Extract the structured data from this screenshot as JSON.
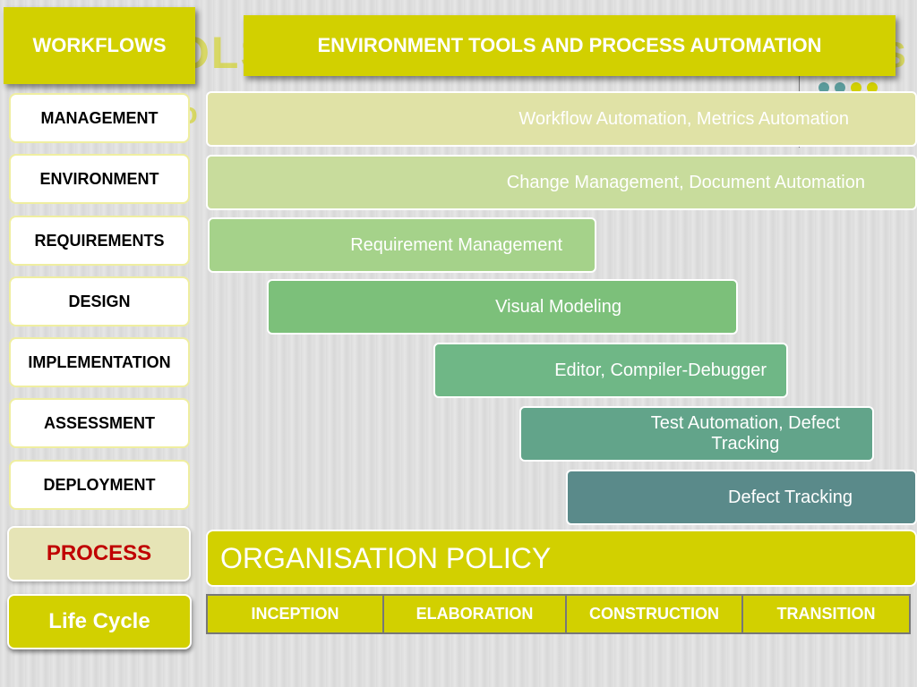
{
  "background_text": {
    "ghost_main": "OLS",
    "ghost_sub": "o",
    "ghost_right": "S"
  },
  "header": {
    "workflows": "WORKFLOWS",
    "title": "ENVIRONMENT TOOLS AND PROCESS AUTOMATION"
  },
  "workflows": [
    {
      "label": "MANAGEMENT",
      "tools": "Workflow Automation, Metrics Automation"
    },
    {
      "label": "ENVIRONMENT",
      "tools": "Change Management, Document Automation"
    },
    {
      "label": "REQUIREMENTS",
      "tools": "Requirement Management"
    },
    {
      "label": "DESIGN",
      "tools": "Visual Modeling"
    },
    {
      "label": "IMPLEMENTATION",
      "tools": "Editor, Compiler-Debugger"
    },
    {
      "label": "ASSESSMENT",
      "tools_line1": "Test Automation, Defect",
      "tools_line2": "Tracking"
    },
    {
      "label": "DEPLOYMENT",
      "tools": "Defect Tracking"
    }
  ],
  "process": {
    "label": "PROCESS",
    "policy": "ORGANISATION POLICY"
  },
  "lifecycle": {
    "label": "Life Cycle",
    "phases": [
      "INCEPTION",
      "ELABORATION",
      "CONSTRUCTION",
      "TRANSITION"
    ]
  },
  "colors": {
    "accent_yellow": "#d2d000",
    "process_label": "#c00000",
    "bar_management": "#e0e2a6",
    "bar_environment": "#c8dc9c",
    "bar_requirements": "#a5d28a",
    "bar_design": "#7cc07a",
    "bar_implementation": "#6fb786",
    "bar_assessment": "#62a48a",
    "bar_deployment": "#5a8a8a"
  }
}
